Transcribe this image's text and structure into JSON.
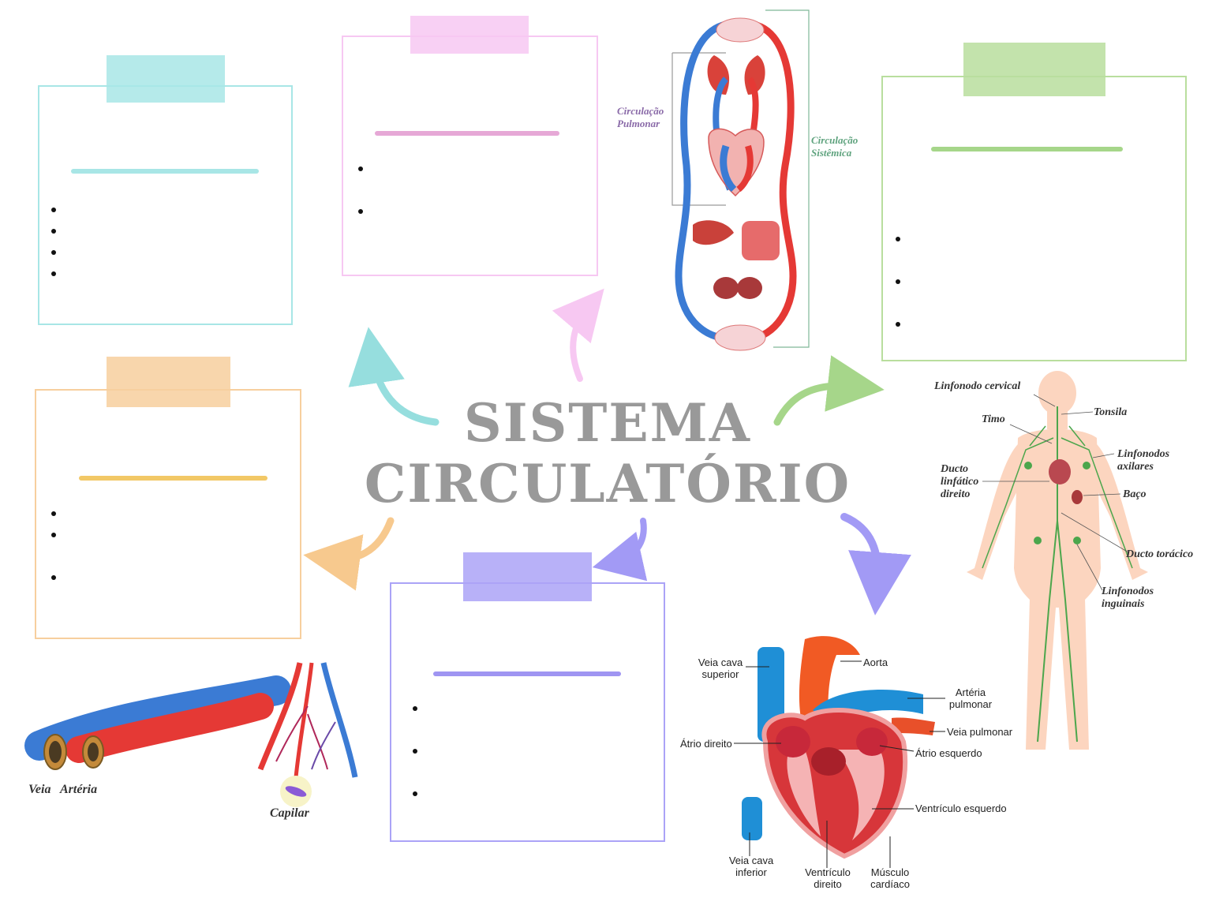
{
  "title": {
    "line1": "SISTEMA",
    "line2": "CIRCULATÓRIO"
  },
  "colors": {
    "teal": "#A8E6E6",
    "pink": "#F7C8F2",
    "green": "#B9DE9E",
    "orange": "#F7CF9E",
    "purple": "#ABA3F7",
    "title": "#999999",
    "artery": "#E53935",
    "vein": "#3B7BD4",
    "lymph": "#4CA64C"
  },
  "circulation_diagram": {
    "pulmonary_label": "Circulação Pulmonar",
    "systemic_label": "Circulação Sistêmica"
  },
  "lymph_diagram": {
    "labels": {
      "cervical": "Linfonodo cervical",
      "tonsil": "Tonsila",
      "thymus": "Timo",
      "axillary": "Linfonodos axilares",
      "right_duct": "Ducto linfático direito",
      "spleen": "Baço",
      "thoracic_duct": "Ducto torácico",
      "inguinal": "Linfonodos inguinais"
    }
  },
  "vessels_diagram": {
    "vein": "Veia",
    "artery": "Artéria",
    "capillary": "Capilar"
  },
  "heart_diagram": {
    "labels": {
      "svc": "Veia cava superior",
      "aorta": "Aorta",
      "pulm_artery": "Artéria pulmonar",
      "pulm_vein": "Veia pulmonar",
      "right_atrium": "Átrio direito",
      "left_atrium": "Átrio esquerdo",
      "left_ventricle": "Ventrículo esquerdo",
      "ivc": "Veia cava inferior",
      "right_ventricle": "Ventrículo direito",
      "cardiac_muscle": "Músculo cardíaco"
    }
  }
}
